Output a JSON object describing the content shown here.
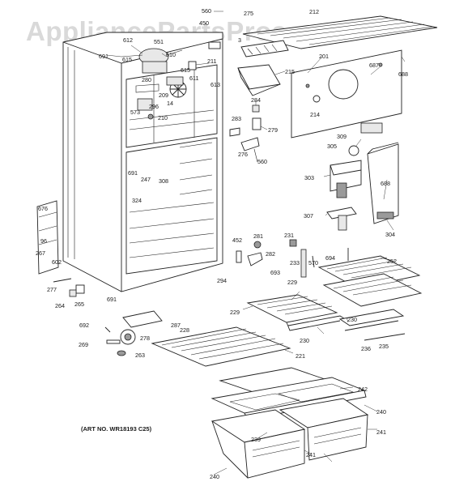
{
  "watermark": "AppliancePartsPros.com",
  "art_number": "(ART NO. WR18193 C25)",
  "callouts": [
    "560",
    "450",
    "275",
    "212",
    "3",
    "612",
    "551",
    "691",
    "615",
    "610",
    "211",
    "201",
    "687",
    "688",
    "615",
    "611",
    "613",
    "215",
    "280",
    "209",
    "14",
    "284",
    "573",
    "296",
    "210",
    "214",
    "283",
    "279",
    "309",
    "305",
    "276",
    "560",
    "691",
    "247",
    "308",
    "303",
    "688",
    "324",
    "676",
    "96",
    "267",
    "307",
    "304",
    "281",
    "231",
    "452",
    "282",
    "570",
    "233",
    "694",
    "252",
    "602",
    "693",
    "277",
    "294",
    "229",
    "264",
    "265",
    "691",
    "229",
    "230",
    "287",
    "230",
    "692",
    "278",
    "228",
    "236",
    "235",
    "269",
    "263",
    "221",
    "242",
    "240",
    "239",
    "241",
    "240",
    "241"
  ]
}
